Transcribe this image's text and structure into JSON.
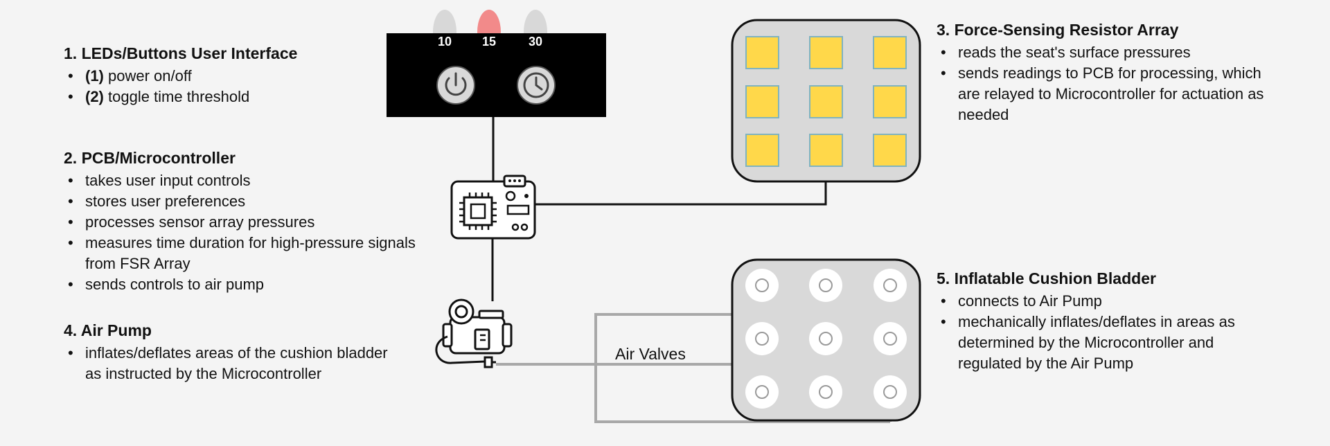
{
  "blocks": {
    "ui": {
      "title": "1. LEDs/Buttons User Interface",
      "items": [
        {
          "prefix": "(1)",
          "text": " power on/off"
        },
        {
          "prefix": "(2)",
          "text": " toggle time threshold"
        }
      ]
    },
    "pcb": {
      "title": "2. PCB/Microcontroller",
      "items": [
        "takes user input controls",
        "stores user preferences",
        "processes sensor array pressures",
        "measures time duration for high-pressure signals from FSR Array",
        "sends controls to air pump"
      ]
    },
    "fsr": {
      "title": "3. Force-Sensing Resistor Array",
      "items": [
        "reads the seat's surface pressures",
        "sends readings to PCB for processing, which are relayed to Microcontroller for actuation as needed"
      ]
    },
    "pump": {
      "title": "4. Air Pump",
      "items": [
        "inflates/deflates areas of the cushion bladder as instructed by the Microcontroller"
      ]
    },
    "bladder": {
      "title": "5. Inflatable Cushion Bladder",
      "items": [
        "connects to Air Pump",
        "mechanically inflates/deflates in areas as determined by the Microcontroller and regulated by the Air Pump"
      ]
    }
  },
  "device": {
    "led_labels": [
      "10",
      "15",
      "30"
    ],
    "active_led_index": 1,
    "power_button_icon": "power-icon",
    "timer_button_icon": "clock-icon"
  },
  "air_valves_label": "Air Valves",
  "colors": {
    "background": "#f4f4f4",
    "panel": "#000000",
    "led_off": "#d8d8d8",
    "led_on": "#f28a8a",
    "sensor_pad": "#ffd84a",
    "sensor_pad_border": "#7fb3c0",
    "array_fill": "#d9d9d9",
    "tube": "#a8a8a8"
  }
}
